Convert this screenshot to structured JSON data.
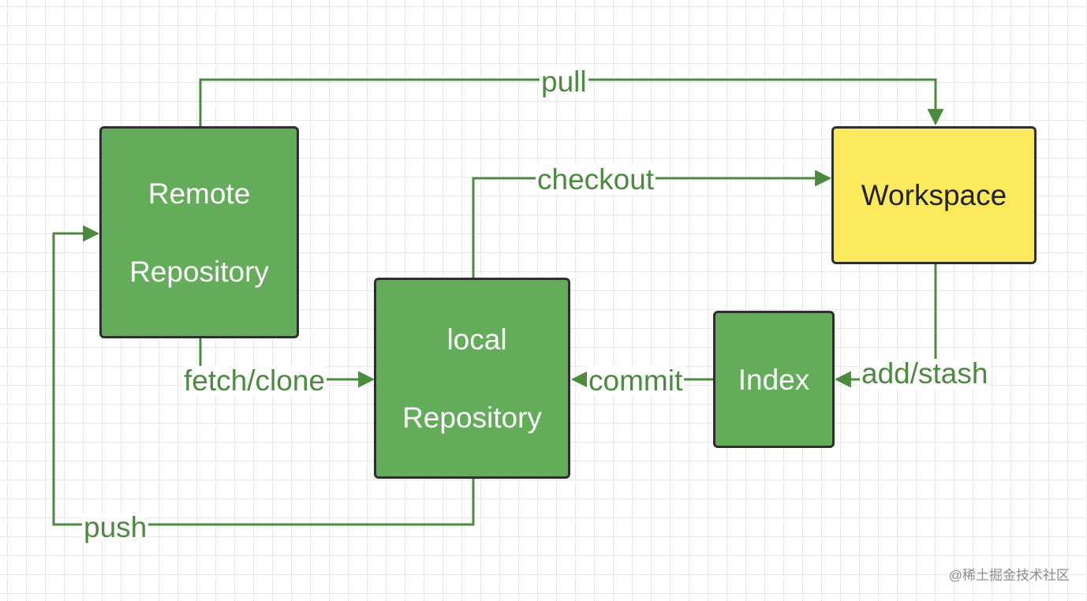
{
  "nodes": {
    "remote": {
      "line1": "Remote",
      "line2": "Repository"
    },
    "local": {
      "line1": "local",
      "line2": "Repository"
    },
    "workspace": {
      "label": "Workspace"
    },
    "index": {
      "label": "Index"
    }
  },
  "edges": {
    "pull": "pull",
    "checkout": "checkout",
    "fetch_clone": "fetch/clone",
    "commit": "commit",
    "add_stash": "add/stash",
    "push": "push"
  },
  "colors": {
    "node_green": "#63ad5a",
    "node_yellow": "#fde95e",
    "edge_green": "#4b8a3f",
    "border": "#2e2e2e"
  },
  "watermark": "@稀土掘金技术社区"
}
